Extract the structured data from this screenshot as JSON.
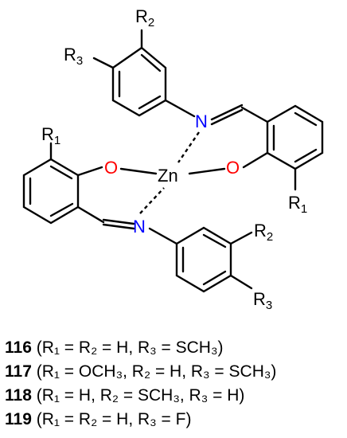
{
  "structure": {
    "atoms": {
      "zinc": "Zn",
      "oxygen": "O",
      "nitrogen": "N",
      "r": "R",
      "sub1": "1",
      "sub2": "2",
      "sub3": "3"
    },
    "colors": {
      "oxygen": "#ff0000",
      "nitrogen": "#0000ff",
      "bond": "#000000"
    }
  },
  "compounds": [
    {
      "number": "116",
      "substituents": " (R₁ = R₂ = H, R₃ = SCH₃)"
    },
    {
      "number": "117",
      "substituents": " (R₁ = OCH₃, R₂ = H, R₃ = SCH₃)"
    },
    {
      "number": "118",
      "substituents": " (R₁ = H, R₂ = SCH₃, R₃ = H)"
    },
    {
      "number": "119",
      "substituents": " (R₁ = R₂ = H, R₃ = F)"
    }
  ]
}
